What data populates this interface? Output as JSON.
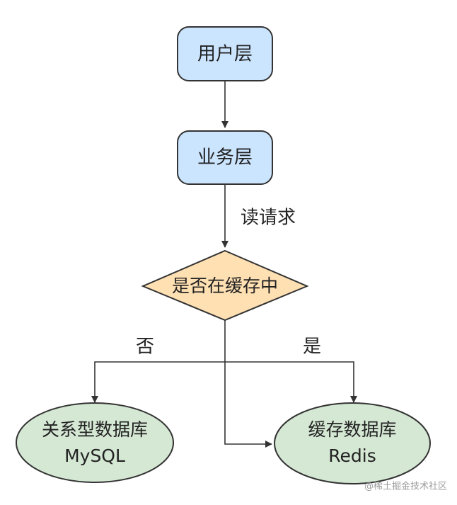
{
  "nodes": {
    "user_layer": "用户层",
    "business_layer": "业务层",
    "decision": "是否在缓存中",
    "mysql_line1": "关系型数据库",
    "mysql_line2": "MySQL",
    "redis_line1": "缓存数据库",
    "redis_line2": "Redis"
  },
  "edges": {
    "read_request": "读请求",
    "no": "否",
    "yes": "是"
  },
  "watermark": "@稀土掘金技术社区",
  "colors": {
    "box_fill": "#cce5ff",
    "diamond_fill": "#ffe0b3",
    "ellipse_fill": "#d5e8d4",
    "stroke": "#333333"
  }
}
